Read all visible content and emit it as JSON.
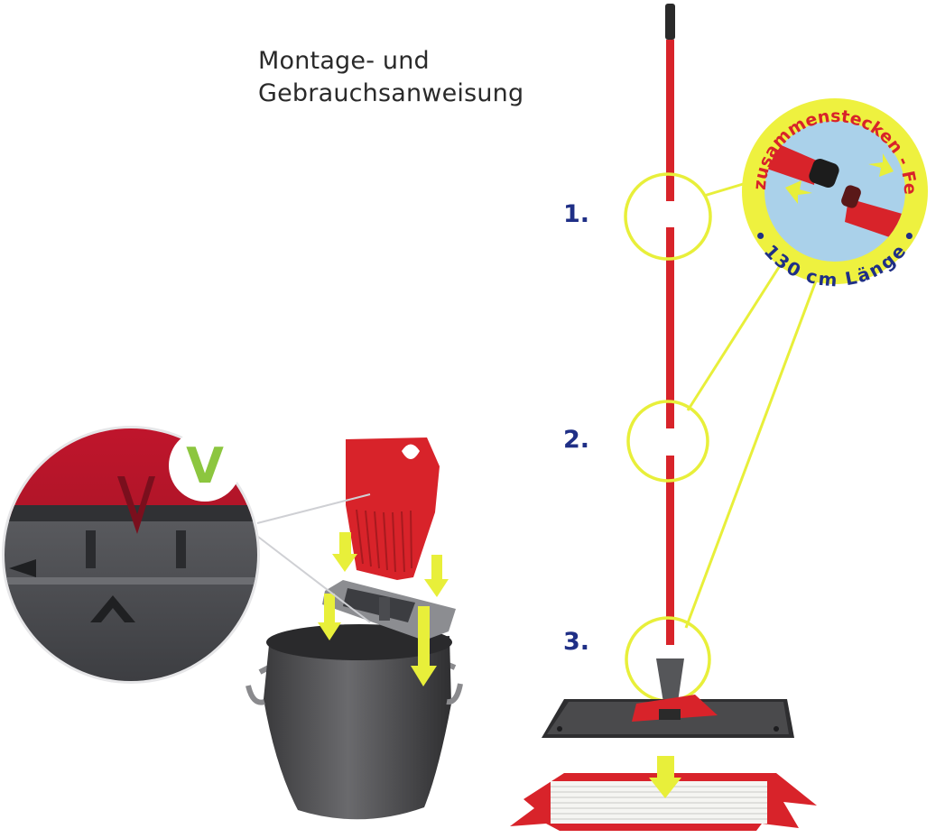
{
  "title": {
    "line1": "Montage- und",
    "line2": "Gebrauchsanweisung"
  },
  "steps": [
    "1.",
    "2.",
    "3."
  ],
  "callout": {
    "top_text": "Fest zusammenstecken - Fertig!",
    "bottom_text": "• 130 cm Länge •"
  },
  "checkmark": "V",
  "colors": {
    "handle_red": "#d8232a",
    "highlight_yellow": "#e8ef3a",
    "step_blue": "#1f2f86",
    "bucket_grey": "#4a4a4c",
    "check_green": "#8cc63f"
  }
}
